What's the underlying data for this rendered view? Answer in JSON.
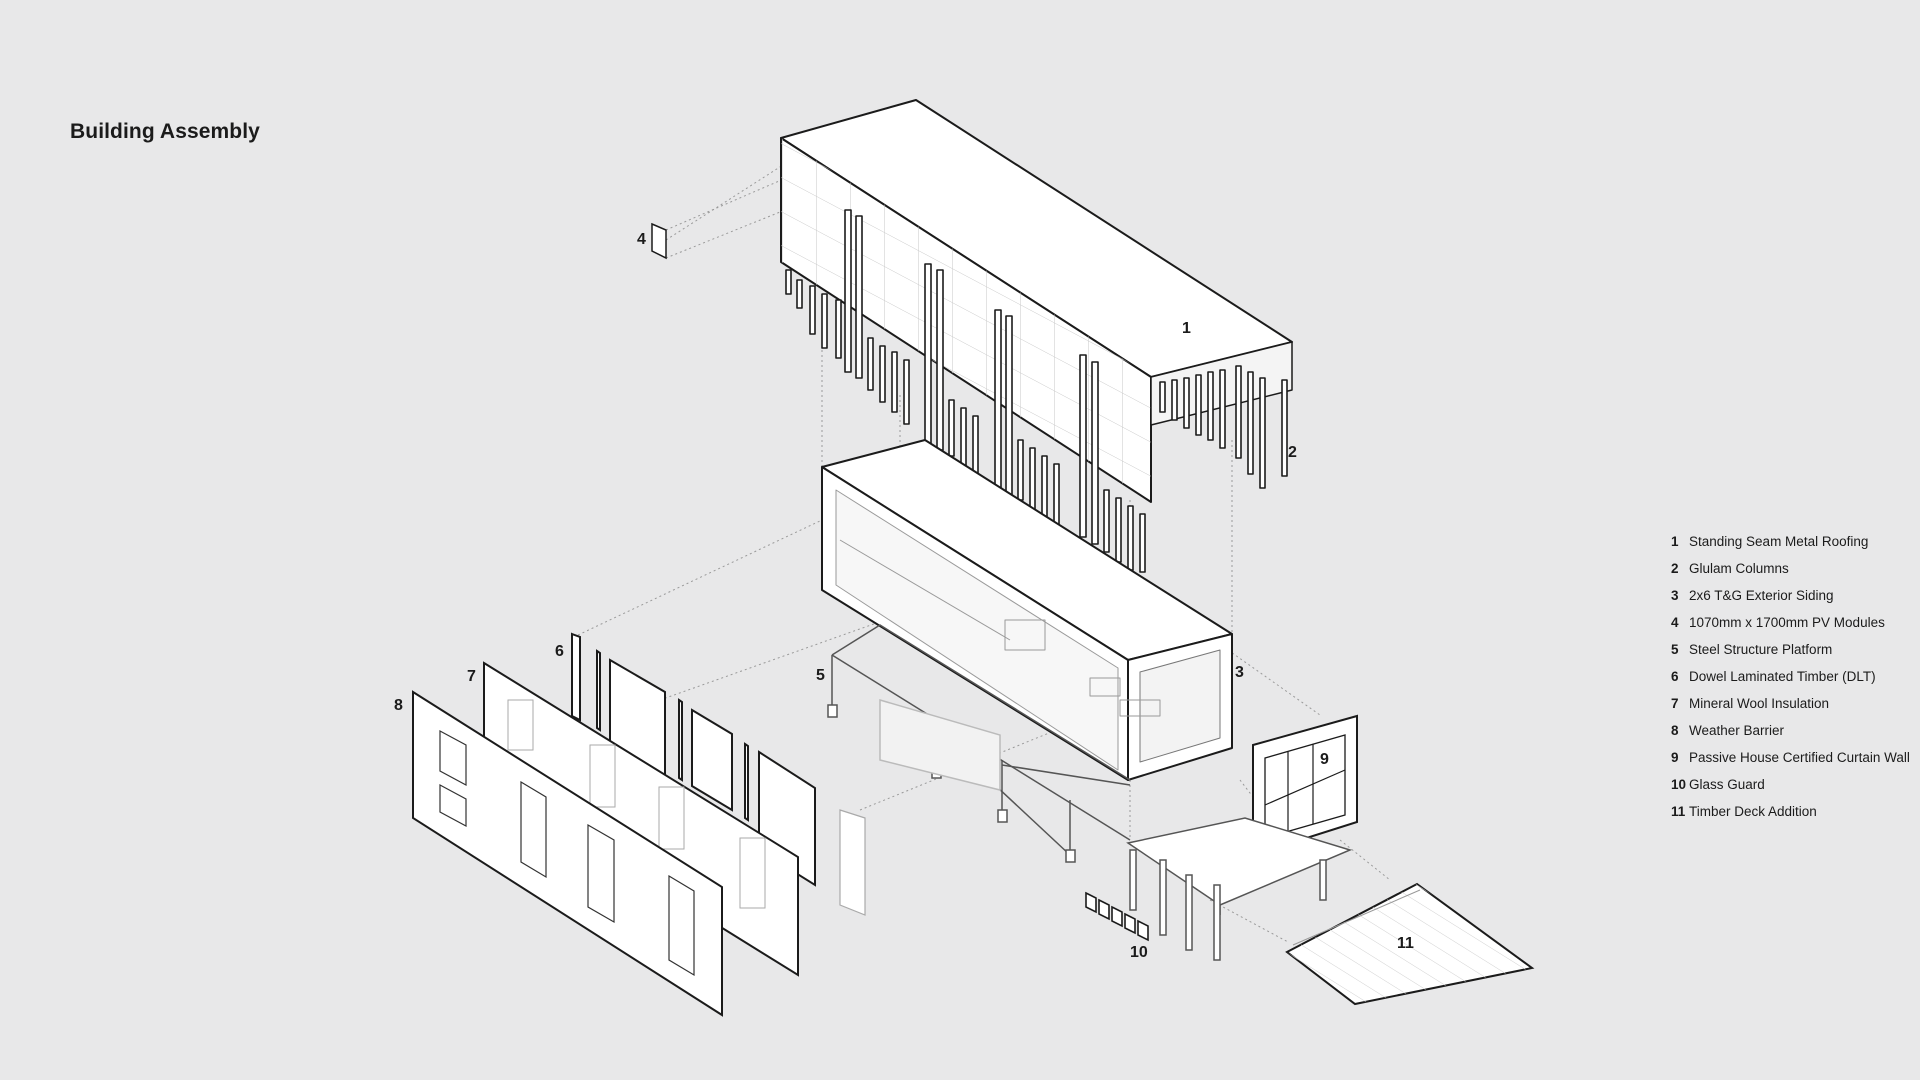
{
  "title": "Building Assembly",
  "legend": [
    {
      "num": "1",
      "label": "Standing Seam Metal Roofing"
    },
    {
      "num": "2",
      "label": "Glulam Columns"
    },
    {
      "num": "3",
      "label": "2x6 T&G Exterior Siding"
    },
    {
      "num": "4",
      "label": "1070mm x 1700mm PV Modules"
    },
    {
      "num": "5",
      "label": "Steel Structure Platform"
    },
    {
      "num": "6",
      "label": "Dowel Laminated Timber (DLT)"
    },
    {
      "num": "7",
      "label": "Mineral Wool Insulation"
    },
    {
      "num": "8",
      "label": "Weather Barrier"
    },
    {
      "num": "9",
      "label": "Passive House Certified Curtain Wall"
    },
    {
      "num": "10",
      "label": "Glass Guard"
    },
    {
      "num": "11",
      "label": "Timber Deck Addition"
    }
  ],
  "callouts": {
    "c1": "1",
    "c2": "2",
    "c3": "3",
    "c4": "4",
    "c5": "5",
    "c6": "6",
    "c7": "7",
    "c8": "8",
    "c9": "9",
    "c10": "10",
    "c11": "11"
  },
  "colors": {
    "background": "#e8e8e9",
    "ink": "#1b1b1b",
    "fill": "#ffffff",
    "light_line": "#b5b5b5"
  }
}
